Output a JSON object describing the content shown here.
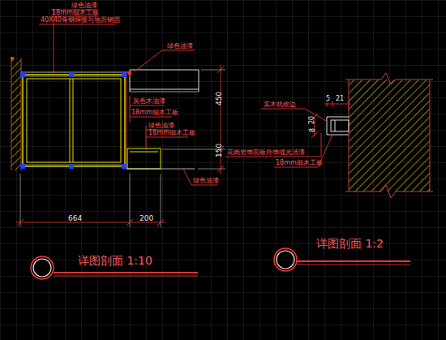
{
  "diagram": {
    "labels": [
      "绿色油漆",
      "18mm细木工板",
      "40X40角钢焊接与地面钢固",
      "绿色油漆",
      "灰色木油漆",
      "18mm细木工板",
      "绿色油漆",
      "18mm细木工板",
      "绿色油漆",
      "450",
      "150",
      "664",
      "200",
      "实木线收边",
      "5",
      "21",
      "20",
      "8",
      "花岗岩饰面板外饰缝光清漆",
      "18mm细木工板",
      "详图剖面  1:10",
      "详图剖面  1:2"
    ]
  }
}
